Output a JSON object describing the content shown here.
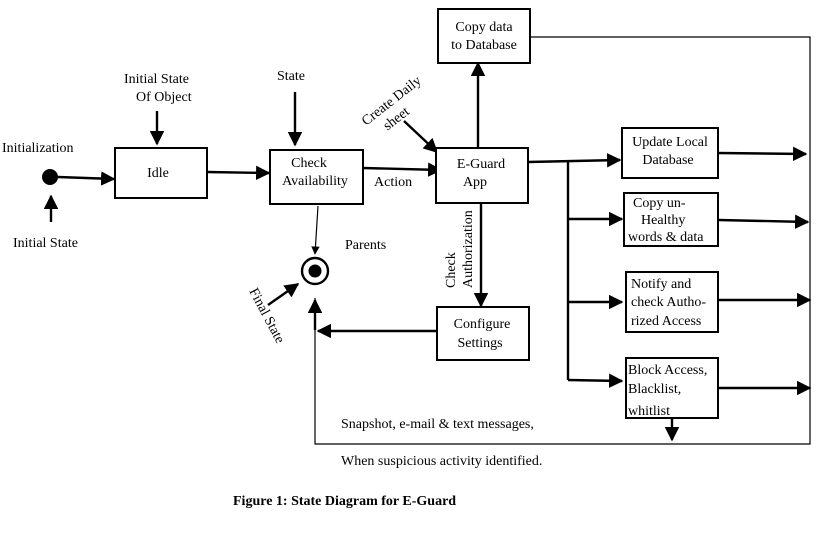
{
  "states": {
    "idle": "Idle",
    "check_availability": [
      "Check",
      "Availability"
    ],
    "eguard_app": [
      "E-Guard",
      "App"
    ],
    "copy_data": [
      "Copy data",
      "to Database"
    ],
    "configure_settings": [
      "Configure",
      "Settings"
    ],
    "update_local": [
      "Update Local",
      "Database"
    ],
    "copy_unhealthy": [
      "Copy un-",
      "Healthy",
      "words & data"
    ],
    "notify": [
      "Notify and",
      "check Autho-",
      "rized Access"
    ],
    "block": [
      "Block Access,",
      "Blacklist,",
      "whitlist"
    ]
  },
  "labels": {
    "initialization": "Initialization",
    "initial_state": "Initial State",
    "initial_state_of_object": [
      "Initial State",
      "Of Object"
    ],
    "state": "State",
    "action": "Action",
    "create_daily_sheet": [
      "Create Daily",
      "sheet"
    ],
    "check_authorization": [
      "Check",
      "Authorization"
    ],
    "parents": "Parents",
    "final_state": "Final State",
    "snapshot_line1": "Snapshot, e-mail & text messages,",
    "snapshot_line2": "When suspicious activity identified."
  },
  "caption": "Figure 1: State Diagram for E-Guard"
}
